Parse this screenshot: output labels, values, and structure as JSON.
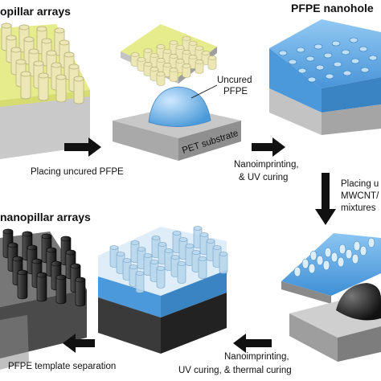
{
  "titles": {
    "top_left": "opillar arrays",
    "top_right": "PFPE nanohole",
    "bottom_left": "nanopillar arrays"
  },
  "labels": {
    "uncured_line1": "Uncured",
    "uncured_line2": "PFPE",
    "pet_substrate": "PET substrate"
  },
  "captions": {
    "step1": "Placing uncured PFPE",
    "step2_line1": "Nanoimprinting,",
    "step2_line2": "& UV curing",
    "step3_line1": "Placing u",
    "step3_line2": "MWCNT/",
    "step3_line3": "mixtures",
    "step4_line1": "Nanoimprinting,",
    "step4_line2": "UV curing, & thermal curing",
    "step5": "PFPE template separation"
  },
  "colors": {
    "yellow_layer": "#e6eb8c",
    "pillar_cream": "#ece7b5",
    "pfpe_blue": "#5aa7e3",
    "substrate_gray": "#b4b4b4",
    "dark_pillar": "#2b2b2b",
    "arrow": "#111111"
  }
}
